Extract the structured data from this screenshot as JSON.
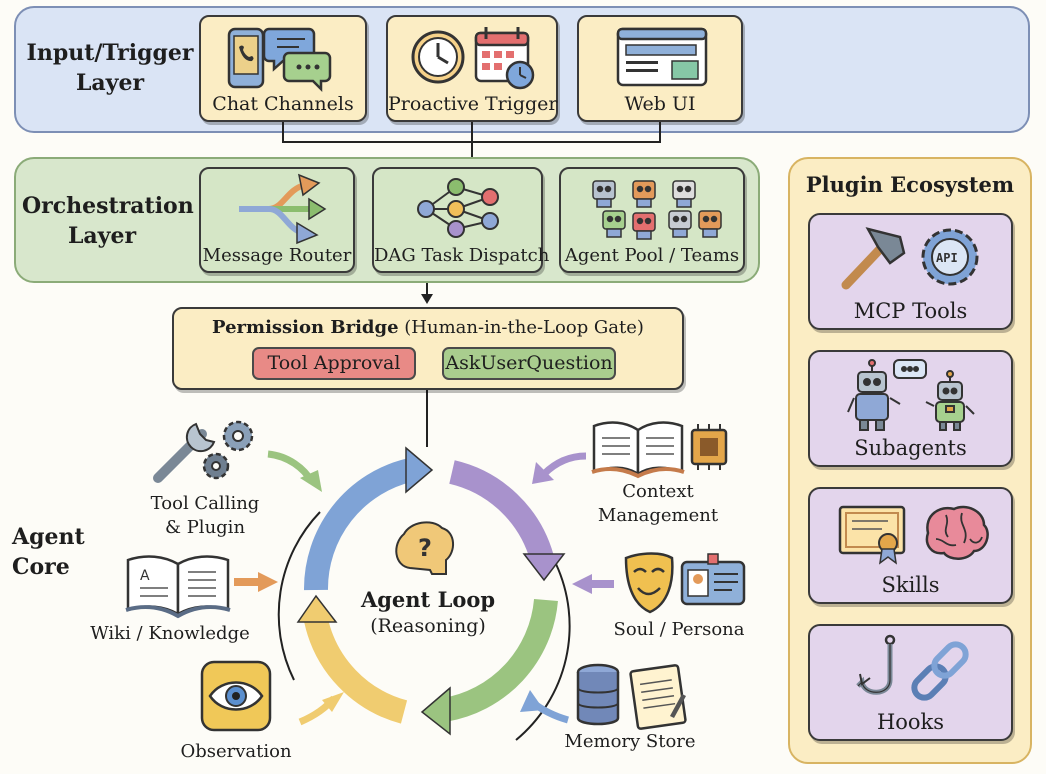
{
  "input_layer": {
    "title": "Input/Trigger Layer",
    "items": [
      {
        "label": "Chat Channels",
        "icon": "chat-phone-icon"
      },
      {
        "label": "Proactive Trigger",
        "icon": "clock-calendar-icon"
      },
      {
        "label": "Web UI",
        "icon": "browser-window-icon"
      }
    ]
  },
  "orchestration_layer": {
    "title": "Orchestration Layer",
    "items": [
      {
        "label": "Message Router",
        "icon": "router-arrows-icon"
      },
      {
        "label": "DAG Task Dispatch",
        "icon": "dag-graph-icon"
      },
      {
        "label": "Agent Pool / Teams",
        "icon": "robot-team-icon"
      }
    ]
  },
  "permission_bridge": {
    "title_bold": "Permission Bridge",
    "title_rest": "(Human-in-the-Loop Gate)",
    "tool_approval": "Tool Approval",
    "ask_user": "AskUserQuestion"
  },
  "agent_core": {
    "title": "Agent Core",
    "loop_title": "Agent Loop",
    "loop_subtitle": "(Reasoning)",
    "components": {
      "tool_calling": "Tool Calling & Plugin",
      "wiki": "Wiki / Knowledge",
      "observation": "Observation",
      "context": "Context Management",
      "soul": "Soul / Persona",
      "memory": "Memory Store"
    }
  },
  "plugin_ecosystem": {
    "title": "Plugin Ecosystem",
    "items": [
      {
        "label": "MCP Tools",
        "icon": "hammer-api-gear-icon",
        "badge": "API"
      },
      {
        "label": "Subagents",
        "icon": "robots-chat-icon"
      },
      {
        "label": "Skills",
        "icon": "certificate-brain-icon"
      },
      {
        "label": "Hooks",
        "icon": "hook-chain-icon"
      }
    ]
  },
  "colors": {
    "input_bg": "#dae4f5",
    "orchestration_bg": "#d8e7cc",
    "plugin_bg": "#fbedc4",
    "tool_approval": "#e88a86",
    "ask_user": "#a9cd8e",
    "loop_blue": "#7fa3d6",
    "loop_purple": "#a892cc",
    "loop_green": "#9bc480",
    "loop_yellow": "#f0cc70"
  }
}
